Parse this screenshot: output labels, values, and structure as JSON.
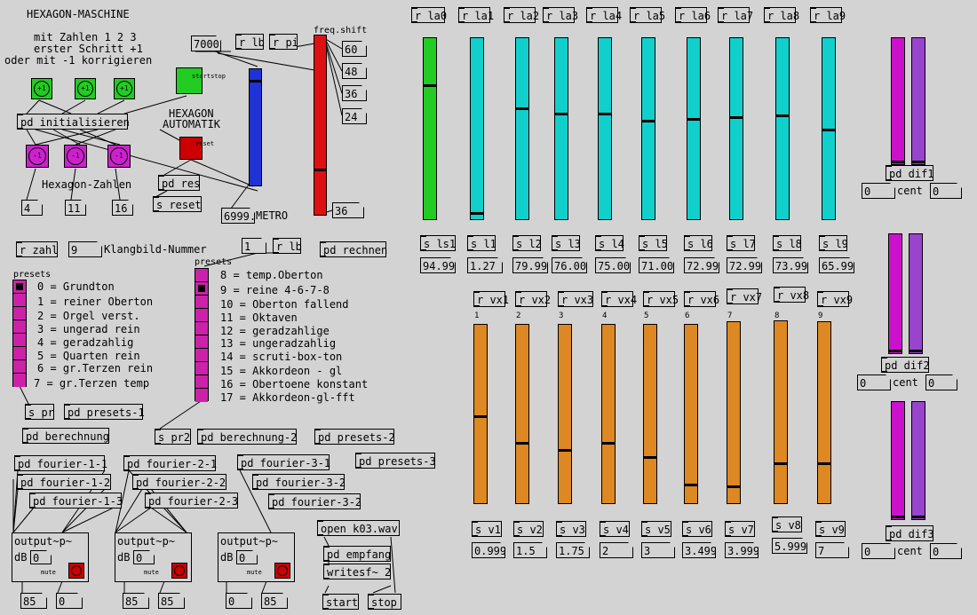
{
  "title": "HEXAGON-MASCHINE",
  "intro_lines": [
    "mit Zahlen 1 2 3",
    "erster Schritt +1",
    "oder mit -1 korrigieren"
  ],
  "plus_labels": [
    "+1",
    "+1",
    "+1"
  ],
  "minus_labels": [
    "-1",
    "-1",
    "-1"
  ],
  "startstop_label": "startstop",
  "reset_label": "reset",
  "hexagon_auto": [
    "HEXAGON",
    "AUTOMATIK"
  ],
  "pd_initialisieren": "pd initialisieren",
  "hexagon_zahlen": "Hexagon-Zahlen",
  "hex_numbers": [
    "4",
    "11",
    "16"
  ],
  "pd_res": "pd res",
  "s_reset": "s reset",
  "num_7000": "7000",
  "r_lb_top": "r lb",
  "r_pi": "r pi",
  "freq_shift": "freq.shift",
  "freq_values": [
    "60",
    "48",
    "36",
    "24"
  ],
  "metro_value": "6999.",
  "metro_label": "METRO",
  "freq_bottom": "36",
  "r_zahl": "r zahl",
  "zahl_value": "9",
  "klangbild": "Klangbild-Nummer",
  "num_1": "1",
  "r_lb_mid": "r lb",
  "pd_rechnen": "pd rechnen",
  "presets_label": "presets",
  "presets_left": [
    "0 = Grundton",
    "1 = reiner Oberton",
    "2 = Orgel verst.",
    "3 = ungerad rein",
    "4 = geradzahlig",
    "5 = Quarten rein",
    "6 = gr.Terzen rein",
    "7 = gr.Terzen temp"
  ],
  "presets_right": [
    "8 = temp.Oberton",
    "9 = reine 4-6-7-8",
    "10 = Oberton fallend",
    "11 = Oktaven",
    "12 = geradzahlige",
    "13 = ungeradzahlig",
    "14 = scruti-box-ton",
    "15 = Akkordeon - gl",
    "16 = Obertoene konstant",
    "17 = Akkordeon-gl-fft"
  ],
  "s_pr": "s pr",
  "pd_presets_1": "pd presets-1",
  "pd_berechnung": "pd berechnung",
  "s_pr2": "s pr2",
  "pd_berechnung_2": "pd berechnung-2",
  "pd_presets_2": "pd presets-2",
  "pd_presets_3": "pd presets-3",
  "fourier_1": [
    "pd fourier-1-1",
    "pd fourier-1-2",
    "pd fourier-1-3"
  ],
  "fourier_2": [
    "pd fourier-2-1",
    "pd fourier-2-2",
    "pd fourier-2-3"
  ],
  "fourier_3": [
    "pd fourier-3-1",
    "pd fourier-3-2",
    "pd fourier-3-2"
  ],
  "output_label": "output~p~",
  "db_label": "dB",
  "mute_label": "mute",
  "output_db": [
    "0",
    "0",
    "0"
  ],
  "output_values": [
    [
      "85",
      "0"
    ],
    [
      "85",
      "85"
    ],
    [
      "0",
      "85"
    ]
  ],
  "open_wav": "open k03.wav",
  "pd_empfang": "pd empfang",
  "writesf": "writesf~ 2",
  "start": "start",
  "stop": "stop",
  "la_receivers": [
    "r la0",
    "r la1",
    "r la2",
    "r la3",
    "r la4",
    "r la5",
    "r la6",
    "r la7",
    "r la8",
    "r la9"
  ],
  "ls_senders": [
    "s ls1",
    "s l1",
    "s l2",
    "s l3",
    "s l4",
    "s l5",
    "s l6",
    "s l7",
    "s l8",
    "s l9"
  ],
  "ls_values": [
    "94.99",
    "1.27",
    "79.99",
    "76.00",
    "75.00",
    "71.00",
    "72.99",
    "72.99",
    "73.99",
    "65.99"
  ],
  "la_levels": [
    0.74,
    0.02,
    0.61,
    0.58,
    0.58,
    0.54,
    0.55,
    0.56,
    0.57,
    0.49
  ],
  "vx_receivers": [
    "r vx1",
    "r vx2",
    "r vx3",
    "r vx4",
    "r vx5",
    "r vx6",
    "r vx7",
    "r vx8",
    "r vx9"
  ],
  "vx_numbers": [
    "1",
    "2",
    "3",
    "4",
    "5",
    "6",
    "7",
    "8",
    "9"
  ],
  "v_senders": [
    "s v1",
    "s v2",
    "s v3",
    "s v4",
    "s v5",
    "s v6",
    "s v7",
    "s v8",
    "s v9"
  ],
  "v_values": [
    "0.999",
    "1.5",
    "1.75",
    "2",
    "3",
    "3.499",
    "3.999",
    "5.999",
    "7"
  ],
  "vx_levels": [
    0.48,
    0.33,
    0.29,
    0.33,
    0.25,
    0.09,
    0.08,
    0.21,
    0.21
  ],
  "dif": [
    {
      "label": "pd dif1",
      "left": "0",
      "cent": "cent",
      "right": "0"
    },
    {
      "label": "pd dif2",
      "left": "0",
      "cent": "cent",
      "right": "0"
    },
    {
      "label": "pd dif3",
      "left": "0",
      "cent": "cent",
      "right": "0"
    }
  ],
  "colors": {
    "background": "#d3d3d3",
    "green_bang": "#22cc22",
    "magenta_bang": "#cc22cc",
    "red_bang": "#cc0000",
    "blue_slider": "#1f32d6",
    "red_slider": "#dd1111",
    "green_slider": "#22cc22",
    "cyan_slider": "#11d0cc",
    "orange_slider": "#dd8822",
    "magenta_slider": "#cc11cc",
    "purple_slider": "#9944cc"
  }
}
